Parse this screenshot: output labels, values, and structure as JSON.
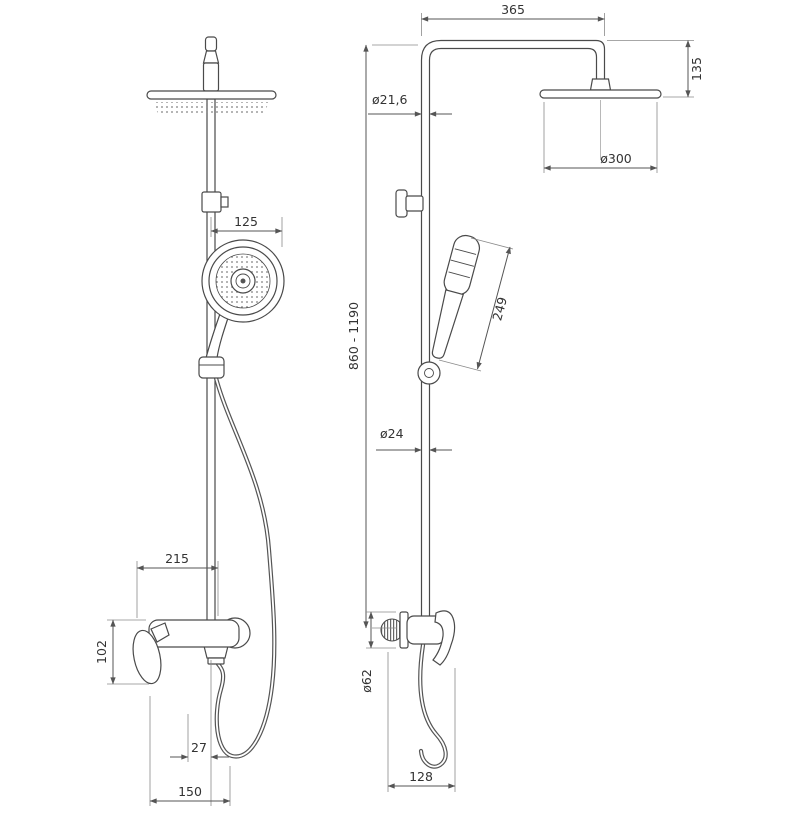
{
  "drawing": {
    "type": "technical-dimension-drawing",
    "subject": "shower column set, front and side views",
    "colors": {
      "background": "#ffffff",
      "line": "#4a4a4a",
      "dimension": "#555555",
      "text": "#333333"
    }
  },
  "front_view": {
    "dims": {
      "hand_shower_offset": "125",
      "mixer_center_width": "215",
      "mixer_height": "102",
      "spout_offset": "27",
      "handle_reach": "150"
    }
  },
  "side_view": {
    "dims": {
      "arm_reach": "365",
      "head_drop": "135",
      "upper_pipe_diameter": "ø21,6",
      "head_diameter": "ø300",
      "handset_length": "249",
      "column_height_range": "860 - 1190",
      "lower_pipe_diameter": "ø24",
      "escutcheon_diameter": "ø62",
      "mixer_depth": "128"
    }
  }
}
